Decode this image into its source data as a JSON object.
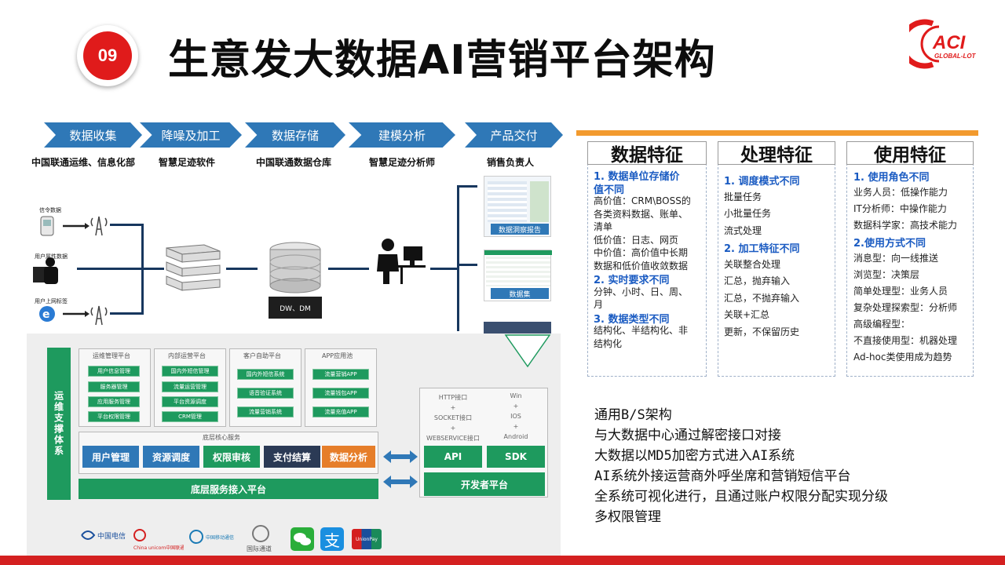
{
  "header": {
    "number": "09",
    "title": "生意发大数据AI营销平台架构",
    "logo_main": "ACI",
    "logo_sub": "GLOBAL-LOT"
  },
  "flow": {
    "steps": [
      "数据收集",
      "降噪及加工",
      "数据存储",
      "建模分析",
      "产品交付"
    ],
    "labels": [
      "中国联通运维、信息化部",
      "智慧足迹软件",
      "中国联通数据仓库",
      "智慧足迹分析师",
      "销售负责人"
    ],
    "sources": [
      "信令数据",
      "用户属性数据",
      "用户上网标签"
    ],
    "storage_label": "DW、DM",
    "outputs": [
      "数据洞察报告",
      "数据集"
    ]
  },
  "architecture": {
    "side_label": "运维支撑体系",
    "groups": [
      {
        "title": "运维管理平台",
        "items": [
          "用户信息管理",
          "服务器管理",
          "应用服务管理",
          "平台权限管理"
        ]
      },
      {
        "title": "内部运营平台",
        "items": [
          "国内外短信管理",
          "流量运营管理",
          "平台资源调度",
          "CRM管理"
        ]
      },
      {
        "title": "客户自助平台",
        "items": [
          "国内外短信系统",
          "语音验证系统",
          "流量营销系统"
        ]
      },
      {
        "title": "APP应用池",
        "items": [
          "流量营销APP",
          "流量钱包APP",
          "流量充值APP"
        ]
      }
    ],
    "core_title": "底层核心服务",
    "core_items": [
      "用户管理",
      "资源调度",
      "权限审核",
      "支付结算",
      "数据分析"
    ],
    "base_platform": "底层服务接入平台",
    "interfaces": [
      "HTTP接口",
      "+",
      "SOCKET接口",
      "+",
      "WEBSERVICE接口"
    ],
    "platforms": [
      "Win",
      "+",
      "IOS",
      "+",
      "Android"
    ],
    "api": "API",
    "sdk": "SDK",
    "dev_platform": "开发者平台",
    "partners": [
      "中国电信",
      "China unicom中国联通",
      "中国移动通信",
      "国际通道",
      "微信",
      "支付宝",
      "UnionPay银联"
    ]
  },
  "features": [
    {
      "heading": "数据特征",
      "lines": [
        {
          "text": "1. 数据单位存储价",
          "style": "head"
        },
        {
          "text": "值不同",
          "style": "head"
        },
        {
          "text": "高价值：CRM\\BOSS的",
          "style": "body"
        },
        {
          "text": "各类资料数据、账单、",
          "style": "body"
        },
        {
          "text": "清单",
          "style": "body"
        },
        {
          "text": "低价值：日志、网页",
          "style": "body"
        },
        {
          "text": "中价值：高价值中长期",
          "style": "body"
        },
        {
          "text": "数据和低价值收敛数据",
          "style": "body"
        },
        {
          "text": "2. 实时要求不同",
          "style": "head"
        },
        {
          "text": "分钟、小时、日、周、",
          "style": "body"
        },
        {
          "text": "月",
          "style": "body"
        },
        {
          "text": "3. 数据类型不同",
          "style": "head"
        },
        {
          "text": "结构化、半结构化、非",
          "style": "body"
        },
        {
          "text": "结构化",
          "style": "body"
        }
      ]
    },
    {
      "heading": "处理特征",
      "lines": [
        {
          "text": "1. 调度模式不同",
          "style": "head"
        },
        {
          "text": "批量任务",
          "style": "body"
        },
        {
          "text": "小批量任务",
          "style": "body"
        },
        {
          "text": "流式处理",
          "style": "body"
        },
        {
          "text": "2. 加工特征不同",
          "style": "head"
        },
        {
          "text": "关联整合处理",
          "style": "body"
        },
        {
          "text": "汇总，抛弃输入",
          "style": "body"
        },
        {
          "text": "汇总，不抛弃输入",
          "style": "body"
        },
        {
          "text": "关联+汇总",
          "style": "body"
        },
        {
          "text": "更新，不保留历史",
          "style": "body"
        }
      ]
    },
    {
      "heading": "使用特征",
      "lines": [
        {
          "text": "1. 使用角色不同",
          "style": "head"
        },
        {
          "text": "业务人员：低操作能力",
          "style": "body"
        },
        {
          "text": "IT分析师：中操作能力",
          "style": "body"
        },
        {
          "text": "数据科学家：高技术能力",
          "style": "body"
        },
        {
          "text": "2.使用方式不同",
          "style": "head"
        },
        {
          "text": "消息型：向一线推送",
          "style": "body"
        },
        {
          "text": "浏览型：决策层",
          "style": "body"
        },
        {
          "text": "简单处理型：业务人员",
          "style": "body"
        },
        {
          "text": "复杂处理探索型：分析师",
          "style": "body"
        },
        {
          "text": "高级编程型：",
          "style": "body"
        },
        {
          "text": "不直接使用型：机器处理",
          "style": "body"
        },
        {
          "text": "Ad-hoc类使用成为趋势",
          "style": "body"
        }
      ]
    }
  ],
  "notes": [
    "通用B/S架构",
    "与大数据中心通过解密接口对接",
    "大数据以MD5加密方式进入AI系统",
    "AI系统外接运营商外呼坐席和营销短信平台",
    "全系统可视化进行，且通过账户权限分配实现分级",
    "多权限管理"
  ],
  "colors": {
    "accent_red": "#e01b1b",
    "flow_blue": "#2f78b7",
    "green": "#1e9a5e",
    "orange": "#f29a2e",
    "feature_blue": "#1a5bc2"
  }
}
